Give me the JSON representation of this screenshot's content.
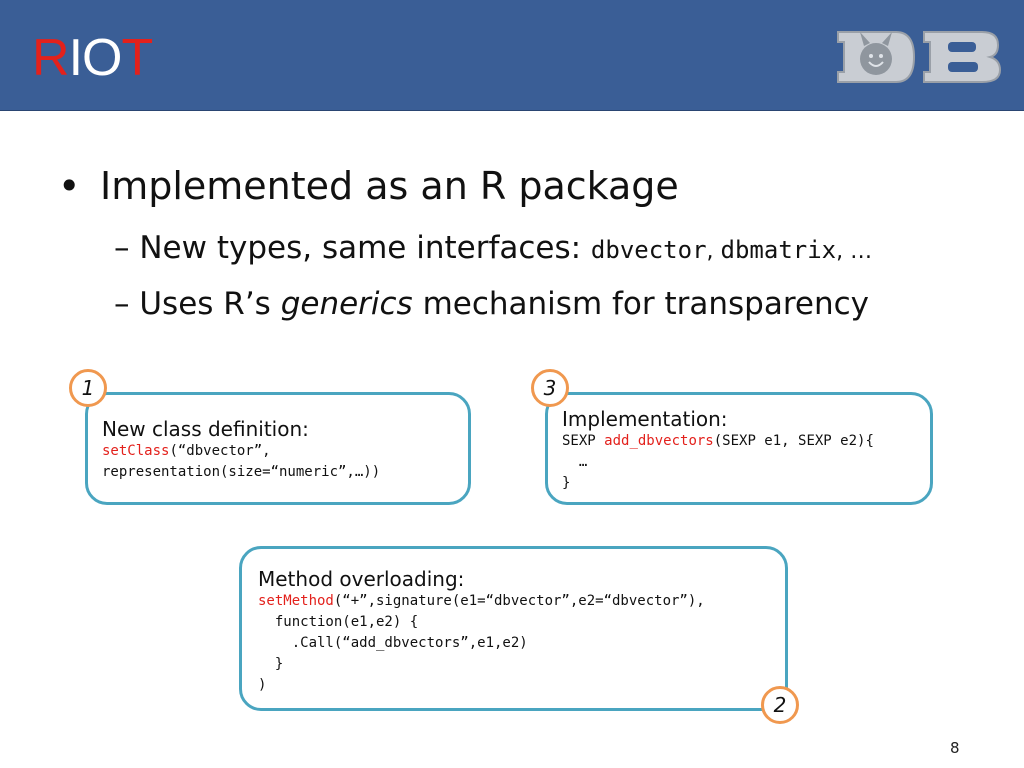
{
  "header": {
    "title_parts": [
      "R",
      "IO",
      "T"
    ],
    "logo_text": "DB"
  },
  "bullets": {
    "main": "Implemented as an R package",
    "sub1_text": "New types, same interfaces: ",
    "sub1_code1": "dbvector",
    "sub1_sep": ", ",
    "sub1_code2": "dbmatrix",
    "sub1_tail": ", …",
    "sub2_pre": "Uses R’s ",
    "sub2_ital": "generics",
    "sub2_post": " mechanism for transparency",
    "dash": "–",
    "bullet": "•"
  },
  "boxes": {
    "box1": {
      "badge": "1",
      "heading": "New class definition:",
      "line1_red": "setClass",
      "line1_rest": "(“dbvector”,",
      "line2": "representation(size=“numeric”,…))"
    },
    "box3": {
      "badge": "3",
      "heading": "Implementation:",
      "line1_pre": "SEXP ",
      "line1_red": "add_dbvectors",
      "line1_rest": "(SEXP e1, SEXP e2){",
      "line2": "  …",
      "line3": "}"
    },
    "box2": {
      "badge": "2",
      "heading": "Method overloading:",
      "line1_red": "setMethod",
      "line1_rest": "(“+”,signature(e1=“dbvector”,e2=“dbvector”),",
      "line2": "  function(e1,e2) {",
      "line3": "    .Call(“add_dbvectors”,e1,e2)",
      "line4": "  }",
      "line5": ")"
    }
  },
  "footer": {
    "page_number": "8"
  },
  "colors": {
    "header_bg": "#3a5e96",
    "accent_red": "#e3211c",
    "box_border": "#4aa5c0",
    "badge_border": "#f0984f"
  }
}
